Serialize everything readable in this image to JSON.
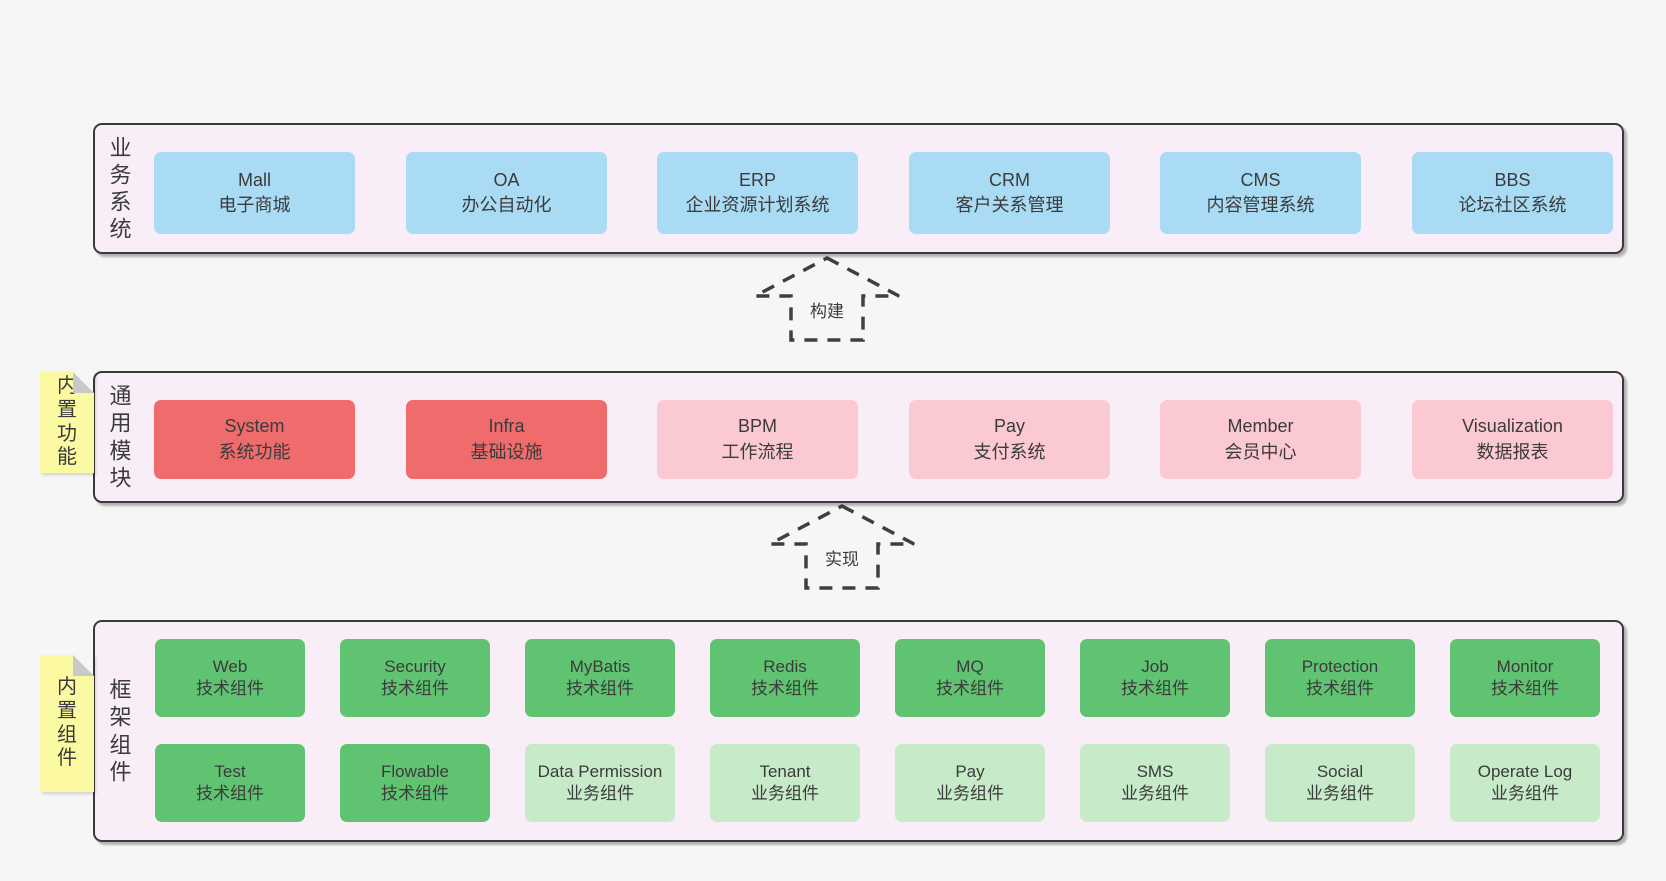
{
  "diagram": {
    "arrows": [
      {
        "label": "构建"
      },
      {
        "label": "实现"
      }
    ],
    "layers": {
      "business": {
        "side_label": "业务系统",
        "boxes": [
          {
            "title": "Mall",
            "subtitle": "电子商城"
          },
          {
            "title": "OA",
            "subtitle": "办公自动化"
          },
          {
            "title": "ERP",
            "subtitle": "企业资源计划系统"
          },
          {
            "title": "CRM",
            "subtitle": "客户关系管理"
          },
          {
            "title": "CMS",
            "subtitle": "内容管理系统"
          },
          {
            "title": "BBS",
            "subtitle": "论坛社区系统"
          }
        ]
      },
      "modules": {
        "side_label": "通用模块",
        "note": "内置功能",
        "boxes": [
          {
            "title": "System",
            "subtitle": "系统功能"
          },
          {
            "title": "Infra",
            "subtitle": "基础设施"
          },
          {
            "title": "BPM",
            "subtitle": "工作流程"
          },
          {
            "title": "Pay",
            "subtitle": "支付系统"
          },
          {
            "title": "Member",
            "subtitle": "会员中心"
          },
          {
            "title": "Visualization",
            "subtitle": "数据报表"
          }
        ]
      },
      "components": {
        "side_label": "框架组件",
        "note": "内置组件",
        "row1": [
          {
            "title": "Web",
            "subtitle": "技术组件"
          },
          {
            "title": "Security",
            "subtitle": "技术组件"
          },
          {
            "title": "MyBatis",
            "subtitle": "技术组件"
          },
          {
            "title": "Redis",
            "subtitle": "技术组件"
          },
          {
            "title": "MQ",
            "subtitle": "技术组件"
          },
          {
            "title": "Job",
            "subtitle": "技术组件"
          },
          {
            "title": "Protection",
            "subtitle": "技术组件"
          },
          {
            "title": "Monitor",
            "subtitle": "技术组件"
          }
        ],
        "row2": [
          {
            "title": "Test",
            "subtitle": "技术组件"
          },
          {
            "title": "Flowable",
            "subtitle": "技术组件"
          },
          {
            "title": "Data Permission",
            "subtitle": "业务组件"
          },
          {
            "title": "Tenant",
            "subtitle": "业务组件"
          },
          {
            "title": "Pay",
            "subtitle": "业务组件"
          },
          {
            "title": "SMS",
            "subtitle": "业务组件"
          },
          {
            "title": "Social",
            "subtitle": "业务组件"
          },
          {
            "title": "Operate Log",
            "subtitle": "业务组件"
          }
        ]
      }
    },
    "colors": {
      "page_bg": "#f6f6f6",
      "container_bg": "#f9eef7",
      "container_border": "#3a3a3a",
      "box_blue": "#a9dbf4",
      "box_red": "#f06b6c",
      "box_pink": "#fbc9d2",
      "box_green": "#60c371",
      "box_green_light": "#c7eac9",
      "note_yellow": "#fbf9a1",
      "note_fold": "#c9c9c9",
      "text": "#3b3b3b"
    }
  }
}
